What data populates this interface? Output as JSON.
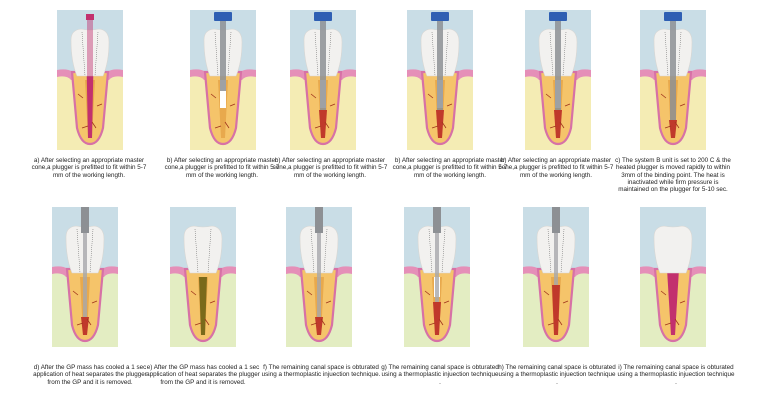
{
  "colors": {
    "sky": "#c9dde6",
    "gum": "#e58fb8",
    "bone_top": "#f4ecb4",
    "bone_bottom": "#e3edc2",
    "root": "#f5c46a",
    "root_outline": "#d771a6",
    "crown": "#f2f1ef",
    "gutta_percha": "#c0392b",
    "pink_cone": "#c2306e",
    "blue_plugger": "#2f5fb3",
    "grey_plugger": "#8d9094"
  },
  "panels": [
    {
      "caption": "a) After selecting an appropriate master cone,a plugger is prefitted to fit within 5-7 mm of the working length.",
      "instrument": "pink-cone",
      "fill": "cone",
      "bone": "top"
    },
    {
      "caption": "b) After selecting an appropriate master cone,a plugger is prefitted to fit within 5-7 mm of the working length.",
      "instrument": "blue-plugger",
      "fill": "empty",
      "bone": "top"
    },
    {
      "caption": "b) After selecting an appropriate master cone,a plugger is prefitted to fit within 5-7 mm of the working length.",
      "instrument": "blue-plugger",
      "fill": "partial",
      "bone": "top"
    },
    {
      "caption": "b) After selecting an appropriate master cone,a plugger is prefitted to fit within 5-7 mm of the working length.",
      "instrument": "blue-plugger",
      "fill": "partial",
      "bone": "top"
    },
    {
      "caption": "b) After selecting an appropriate master cone,a plugger is prefitted to fit within 5-7 mm of the working length.",
      "instrument": "blue-plugger",
      "fill": "partial",
      "bone": "top"
    },
    {
      "caption": "c) The system B unit is set to 200 C & the heated plugger is moved rapidly to within 3mm of the binding point. The heat is inactivated while firm pressure is maintained on the plugger for 5-10 sec.",
      "instrument": "blue-plugger",
      "fill": "apical",
      "bone": "top"
    },
    {
      "caption": "d) After the GP mass has cooled a 1 sec application of heat separates the plugger from the GP and it is removed.",
      "instrument": "grey-plugger",
      "fill": "apical",
      "bone": "bottom"
    },
    {
      "caption": "e) After the GP mass has cooled a 1 sec application of heat separates the plugger from the GP and it is removed.",
      "instrument": "none",
      "fill": "olive",
      "bone": "bottom"
    },
    {
      "caption": "f) The remaining canal space is obturated using a thermoplastic injuection technique.",
      "instrument": "grey-plugger",
      "fill": "apical",
      "bone": "bottom"
    },
    {
      "caption": "g) The remaining canal space is obturated using a thermoplastic injuection technique .",
      "instrument": "grey-plugger",
      "fill": "half",
      "bone": "bottom"
    },
    {
      "caption": "h) The remaining canal space is obturated using a thermoplastic injuection technique .",
      "instrument": "grey-plugger",
      "fill": "most",
      "bone": "bottom"
    },
    {
      "caption": "i) The remaining canal space is obturated using a thermoplastic injuection technique .",
      "instrument": "none",
      "fill": "full",
      "bone": "bottom"
    }
  ]
}
